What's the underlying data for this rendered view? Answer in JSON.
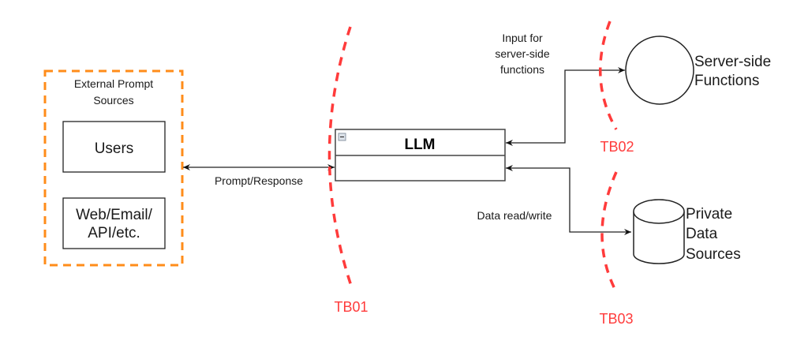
{
  "diagram": {
    "external_group": {
      "title_line1": "External Prompt",
      "title_line2": "Sources",
      "border_color": "#ff8c1a"
    },
    "users_box": {
      "label": "Users"
    },
    "web_box": {
      "label_line1": "Web/Email/",
      "label_line2": "API/etc."
    },
    "llm": {
      "title": "LLM",
      "collapse_icon": "minus-box-icon"
    },
    "edges": {
      "prompt_response": "Prompt/Response",
      "server_input_line1": "Input for",
      "server_input_line2": "server-side",
      "server_input_line3": "functions",
      "data_rw": "Data read/write"
    },
    "server_functions": {
      "line1": "Server-side",
      "line2": "Functions"
    },
    "private_data": {
      "line1": "Private",
      "line2": "Data",
      "line3": "Sources"
    },
    "trust_boundaries": {
      "tb01": "TB01",
      "tb02": "TB02",
      "tb03": "TB03",
      "color": "#ff3b3b"
    }
  }
}
